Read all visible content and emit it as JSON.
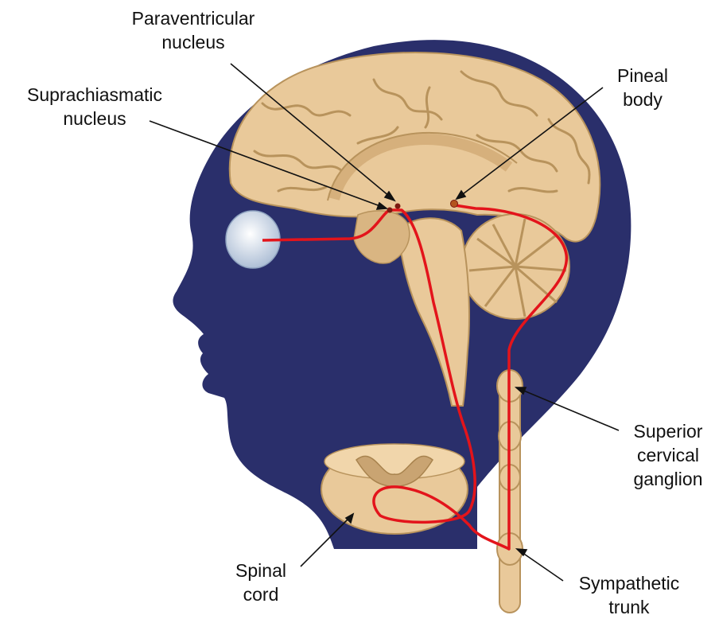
{
  "colors": {
    "head": "#2a2f6b",
    "brain": "#e9c99a",
    "brain_outline": "#b8935c",
    "pathway": "#e3141b",
    "eye": "#d7e3f0",
    "background": "#ffffff"
  },
  "labels": {
    "paraventricular": {
      "line1": "Paraventricular",
      "line2": "nucleus"
    },
    "suprachiasmatic": {
      "line1": "Suprachiasmatic",
      "line2": "nucleus"
    },
    "pineal": {
      "line1": "Pineal",
      "line2": "body"
    },
    "superior": {
      "line1": "Superior",
      "line2": "cervical",
      "line3": "ganglion"
    },
    "spinal": {
      "line1": "Spinal",
      "line2": "cord"
    },
    "sympathetic": {
      "line1": "Sympathetic",
      "line2": "trunk"
    }
  }
}
